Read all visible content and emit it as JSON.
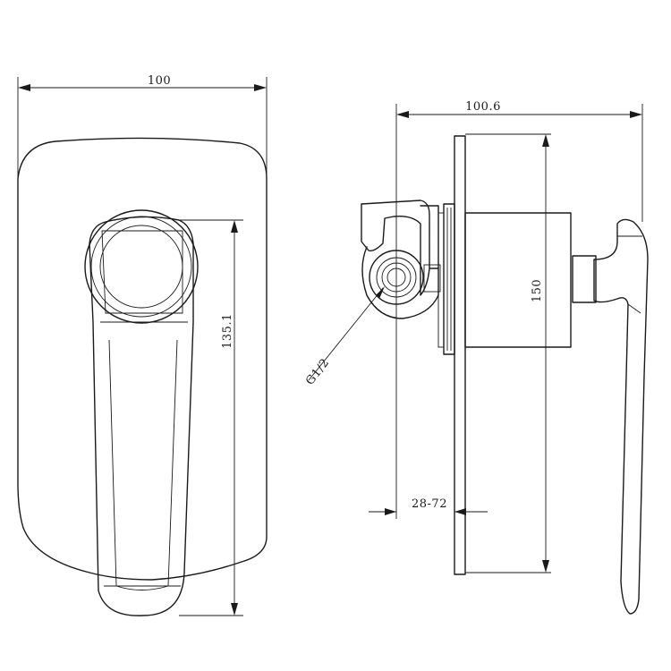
{
  "dimensions": {
    "front_width": "100",
    "front_handle_height": "135.1",
    "side_depth": "100.6",
    "side_plate_height": "150",
    "thread": "G1/2",
    "wall_range": "28-72"
  }
}
